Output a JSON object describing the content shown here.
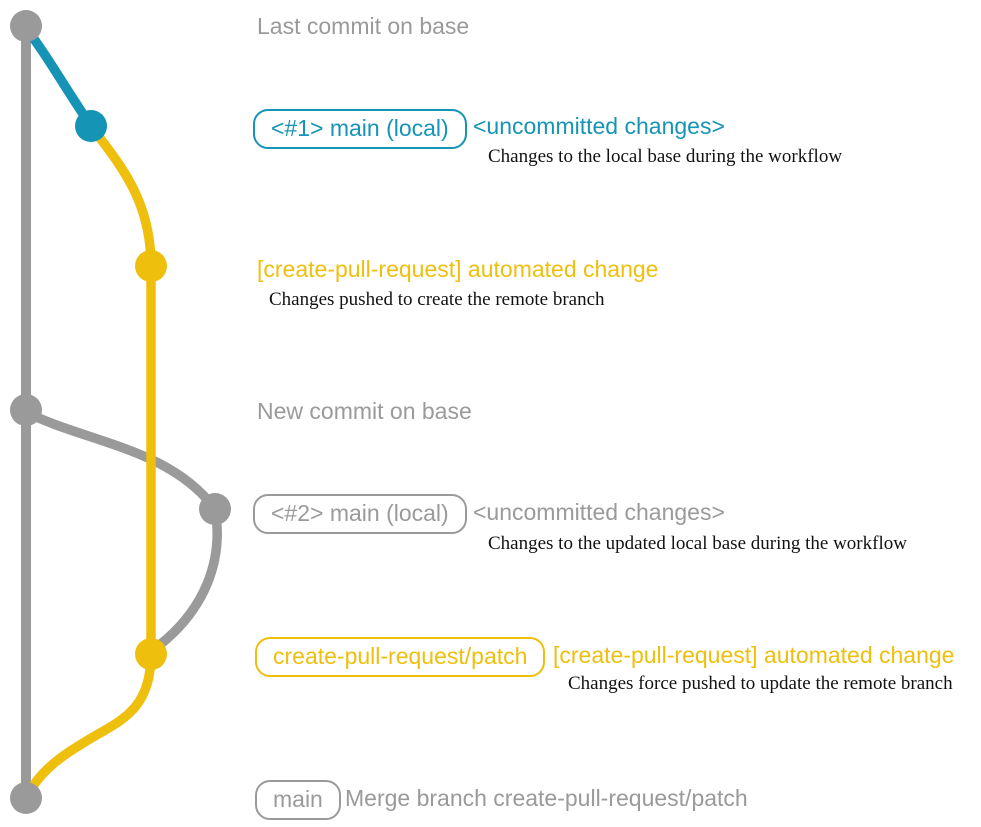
{
  "title": "create-pull-request workflow git graph",
  "colors": {
    "teal": "#1694b6",
    "yellow": "#eec00d",
    "gray": "#9a9a9a",
    "ink": "#121212",
    "background": "#ffffff"
  },
  "rows": {
    "r1": {
      "label": "Last commit on base"
    },
    "r2": {
      "badge": "<#1> main (local)",
      "side_label": "<uncommitted changes>",
      "desc": "Changes to the local base during the workflow"
    },
    "r3": {
      "label": "[create-pull-request] automated change",
      "desc": "Changes pushed to create the remote branch"
    },
    "r4": {
      "label": "New commit on base"
    },
    "r5": {
      "badge": "<#2> main (local)",
      "side_label": "<uncommitted changes>",
      "desc": "Changes to the updated local base during the workflow"
    },
    "r6": {
      "badge": "create-pull-request/patch",
      "side_label": "[create-pull-request] automated change",
      "desc": "Changes force pushed to update the remote branch"
    },
    "r7": {
      "badge": "main",
      "side_label": "Merge branch create-pull-request/patch"
    }
  }
}
